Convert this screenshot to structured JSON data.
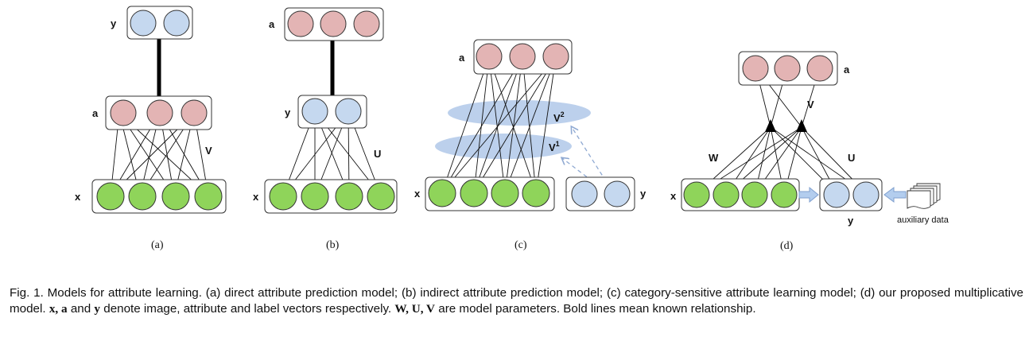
{
  "colors": {
    "green": "#8fd45a",
    "pink": "#e3b4b4",
    "blue": "#c5d8ef",
    "ellipse": "#bcd0ec",
    "stroke": "#333333",
    "dashed_arrow": "#8fa9d2"
  },
  "panels": {
    "a": {
      "label": "(a)",
      "x_label": "x",
      "a_label": "a",
      "y_label": "y",
      "weight_label": "V"
    },
    "b": {
      "label": "(b)",
      "x_label": "x",
      "y_label": "y",
      "a_label": "a",
      "weight_label": "U"
    },
    "c": {
      "label": "(c)",
      "x_label": "x",
      "a_label": "a",
      "y_label": "y",
      "v2_label": "V",
      "v2_sup": "2",
      "v1_label": "V",
      "v1_sup": "1"
    },
    "d": {
      "label": "(d)",
      "x_label": "x",
      "a_label": "a",
      "y_label": "y",
      "w_label": "W",
      "u_label": "U",
      "v_label": "V",
      "aux_label": "auxiliary data"
    }
  },
  "caption": {
    "p1": "Fig. 1. Models for attribute learning. (a) direct attribute prediction model; (b) indirect attribute prediction model; (c) category-sensitive attribute learning model; (d) our proposed multiplicative model.",
    "m1": "x, a",
    "p2": "and",
    "m2": "y",
    "p3": "denote image, attribute and label vectors respectively.",
    "m3": "W, U, V",
    "p4": "are model parameters. Bold lines mean known relationship."
  }
}
